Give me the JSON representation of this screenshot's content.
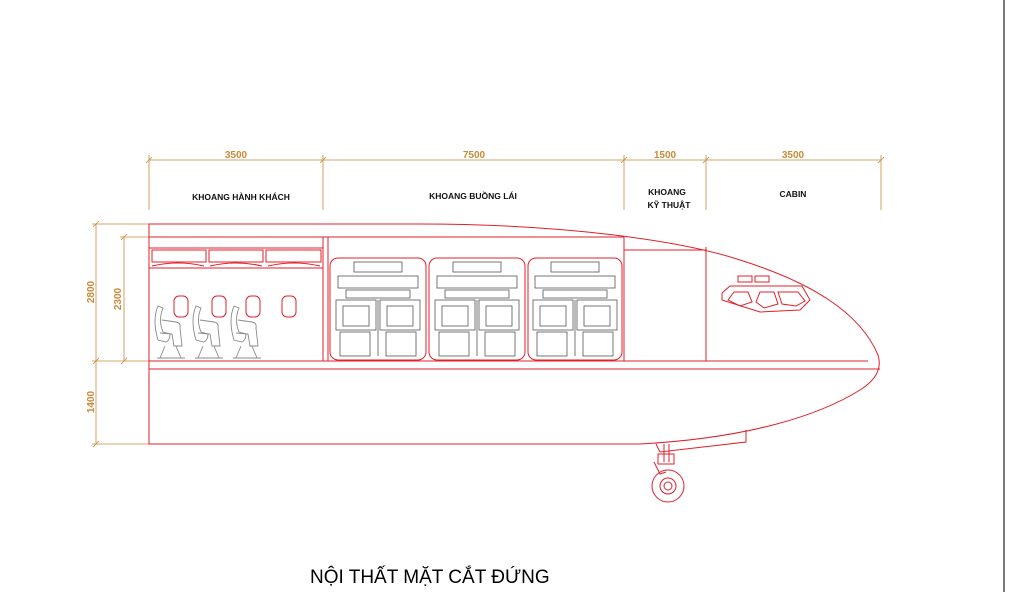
{
  "title": "NỘI THẤT MẶT CẮT ĐỨNG",
  "top_dimensions": [
    "3500",
    "7500",
    "1500",
    "3500"
  ],
  "zones": {
    "passenger": "KHOANG HÀNH KHÁCH",
    "cockpit": "KHOANG BUỒNG LÁI",
    "technical_line1": "KHOANG",
    "technical_line2": "KỸ THUẬT",
    "cabin": "CABIN"
  },
  "left_dimensions": {
    "total": "2800",
    "upper": "2300",
    "lower": "1400"
  },
  "colors": {
    "outline": "#e0202a",
    "dimension": "#c98a3a",
    "seat": "#8a8a8a"
  }
}
